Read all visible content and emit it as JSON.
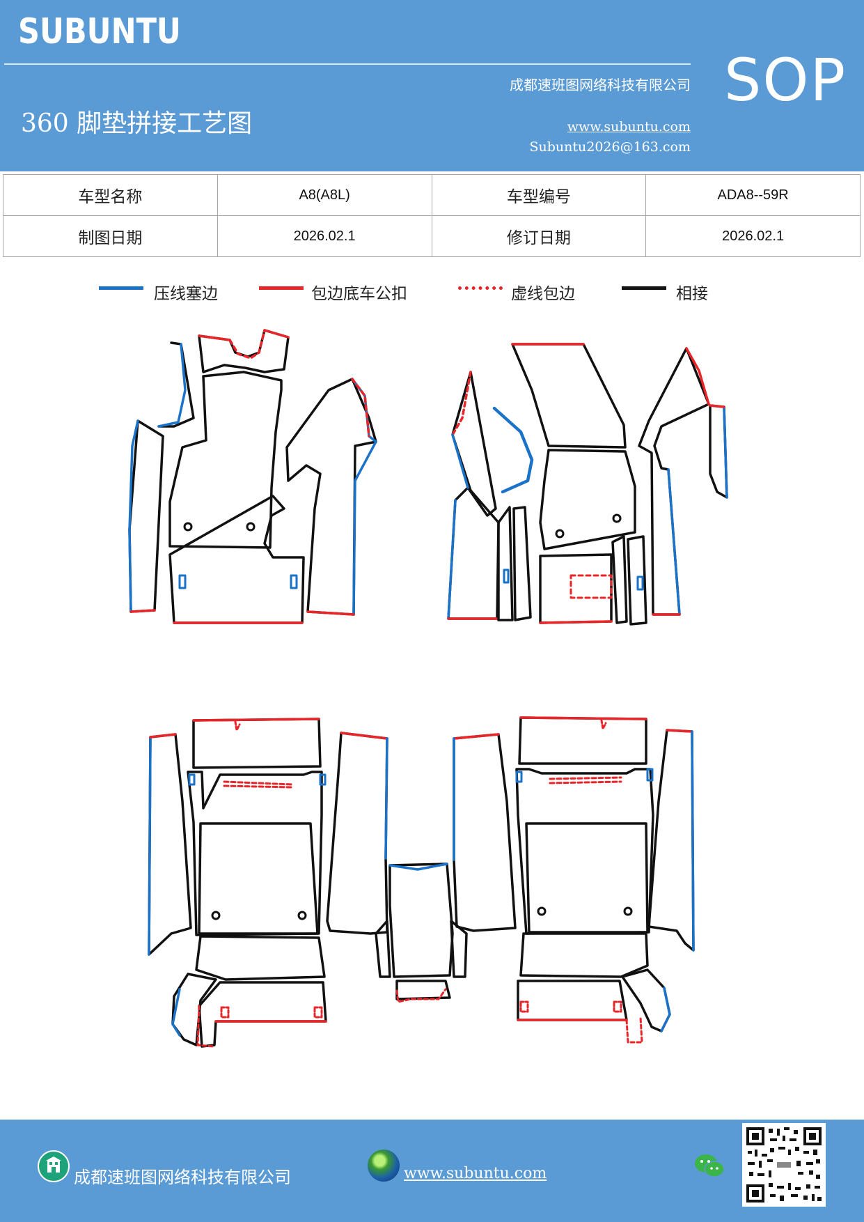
{
  "header": {
    "brand": "SUBUNTU",
    "doc_type": "SOP",
    "company": "成都速班图网络科技有限公司",
    "title": "360 脚垫拼接工艺图",
    "website": "www.subuntu.com",
    "email": "Subuntu2026@163.com"
  },
  "info": {
    "model_name_label": "车型名称",
    "model_name": "A8(A8L)",
    "model_code_label": "车型编号",
    "model_code": "ADA8--59R",
    "draw_date_label": "制图日期",
    "draw_date": "2026.02.1",
    "revise_date_label": "修订日期",
    "revise_date": "2026.02.1"
  },
  "legend": [
    {
      "label": "压线塞边",
      "color": "#1a73c8",
      "style": "solid"
    },
    {
      "label": "包边底车公扣",
      "color": "#e8262a",
      "style": "solid"
    },
    {
      "label": "虚线包边",
      "color": "#e8262a",
      "style": "dashed"
    },
    {
      "label": "相接",
      "color": "#111111",
      "style": "solid"
    }
  ],
  "colors": {
    "header_bg": "#5b9bd5",
    "blue_edge": "#1a73c8",
    "red_edge": "#e8262a",
    "black_edge": "#111111"
  },
  "footer": {
    "company": "成都速班图网络科技有限公司",
    "website": "www.subuntu.com",
    "icons": [
      "building-icon",
      "globe-icon",
      "wechat-icon",
      "qr-code"
    ]
  }
}
